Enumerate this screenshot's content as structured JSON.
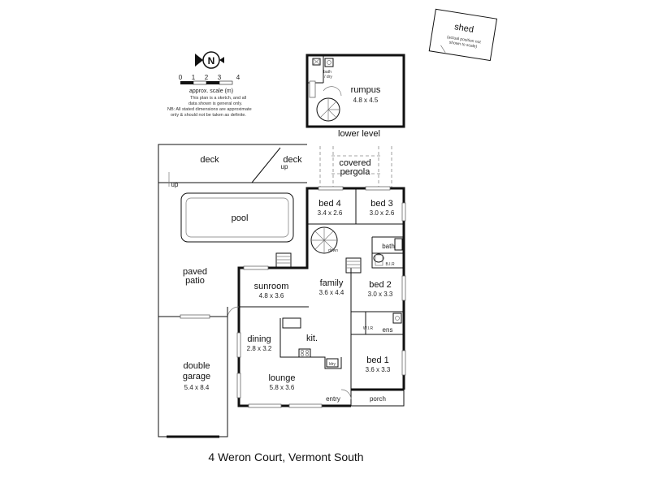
{
  "shed": {
    "label": "shed",
    "note_line1": "(actual position not",
    "note_line2": "shown to scale)"
  },
  "compass": {
    "letter": "N"
  },
  "scale": {
    "ticks": [
      "0",
      "1",
      "2",
      "3",
      "4"
    ],
    "label": "approx. scale (m)",
    "note": [
      "This plan is a sketch, and all",
      "data shown is general only.",
      "NB: All stated dimensions are approximate",
      "only & should not be taken as definite."
    ]
  },
  "lower_level": {
    "caption": "lower level",
    "rumpus": {
      "name": "rumpus",
      "dim": "4.8 x 4.5"
    },
    "bath_wc_1": "bath",
    "bath_wc_2": "/ dry"
  },
  "outdoor": {
    "deck_left": "deck",
    "deck_right": "deck",
    "covered_1": "covered",
    "covered_2": "pergola",
    "pool": "pool",
    "paved_1": "paved",
    "paved_2": "patio",
    "porch": "porch",
    "entry": "entry"
  },
  "rooms": {
    "bed4": {
      "name": "bed 4",
      "dim": "3.4 x 2.6"
    },
    "bed3": {
      "name": "bed 3",
      "dim": "3.0 x 2.6"
    },
    "bath": {
      "name": "bath"
    },
    "bir": {
      "name": "B.I.R"
    },
    "bed2": {
      "name": "bed 2",
      "dim": "3.0 x 3.3"
    },
    "family": {
      "name": "family",
      "dim": "3.6 x 4.4"
    },
    "sunroom": {
      "name": "sunroom",
      "dim": "4.8 x 3.6"
    },
    "dining": {
      "name": "dining",
      "dim": "2.8 x 3.2"
    },
    "kit": {
      "name": "kit."
    },
    "lounge": {
      "name": "lounge",
      "dim": "5.8 x 3.6"
    },
    "wir": {
      "name": "W.I.R"
    },
    "ens": {
      "name": "ens"
    },
    "bed1": {
      "name": "bed 1",
      "dim": "3.6 x 3.3"
    },
    "garage_1": "double",
    "garage_2": "garage",
    "garage_dim": "5.4 x 8.4",
    "ldry": "ldry",
    "down": "down"
  },
  "address": "4 Weron Court, Vermont South"
}
